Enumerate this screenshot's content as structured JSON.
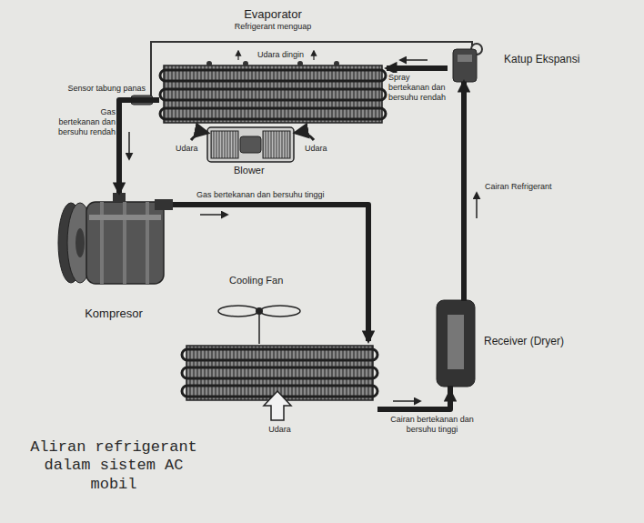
{
  "diagram": {
    "caption": "Aliran refrigerant dalam sistem AC mobil",
    "nodes": [
      {
        "text": [
          "Evaporator",
          "Refrigerant menguap"
        ]
      },
      {
        "text": [
          "Kompresor"
        ]
      },
      {
        "text": [
          "Udara"
        ]
      },
      {
        "text": [
          "Receiver (Dryer)"
        ]
      },
      {
        "text": [
          "Katup Ekspansi"
        ]
      }
    ],
    "edges": [
      {
        "from": 0,
        "to": 1,
        "arrow": "to",
        "label": "Gas bertekanan dan bersuhu rendah"
      },
      {
        "from": 1,
        "to": 2,
        "arrow": "to",
        "label": "Gas bertekanan dan bersuhu tinggi"
      },
      {
        "from": 2,
        "to": 3,
        "arrow": "to",
        "label": "Cairan bertekanan dan bersuhu tinggi"
      },
      {
        "from": 3,
        "to": 4,
        "arrow": "to",
        "label": "Cairan Refrigerant"
      },
      {
        "from": 4,
        "to": 0,
        "arrow": "to",
        "label": "Spray bertekanan dan bersuhu rendah"
      }
    ],
    "labels": [
      "Udara dingin",
      "Sensor tabung panas",
      "Udara",
      "Udara",
      "Blower",
      "Cooling Fan"
    ]
  }
}
